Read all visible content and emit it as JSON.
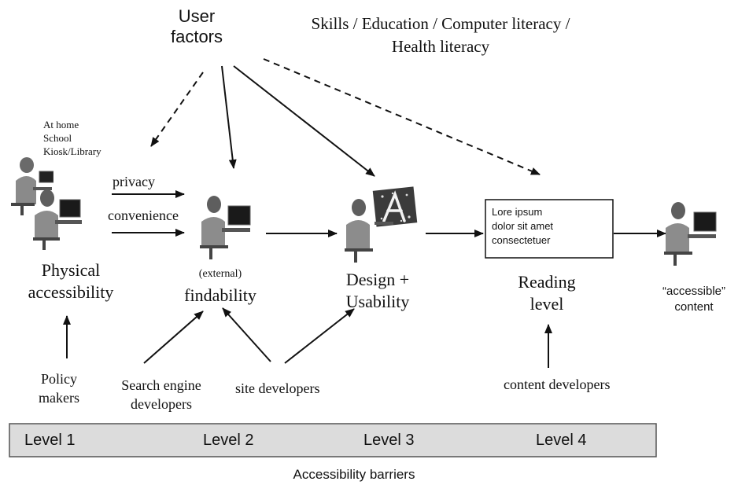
{
  "user_factors": "User\nfactors",
  "skills": "Skills / Education / Computer literacy /\nHealth literacy",
  "locations": "At home\nSchool\nKiosk/Library",
  "privacy": "privacy",
  "convenience": "convenience",
  "physical": "Physical\naccessibility",
  "external": "(external)",
  "findability": "findability",
  "design": "Design +\nUsability",
  "lorem": "Lore ipsum\ndolor sit amet\nconsectetuer",
  "reading": "Reading\nlevel",
  "accessible": "“accessible”\ncontent",
  "policy": "Policy\nmakers",
  "search": "Search engine\ndevelopers",
  "site": "site developers",
  "content_dev": "content developers",
  "levels": [
    "Level 1",
    "Level 2",
    "Level 3",
    "Level 4"
  ],
  "barriers": "Accessibility barriers",
  "colors": {
    "ink": "#111111",
    "bar_fill": "#dcdcdc",
    "bar_border": "#555555",
    "figure": "#6a6a6a"
  }
}
